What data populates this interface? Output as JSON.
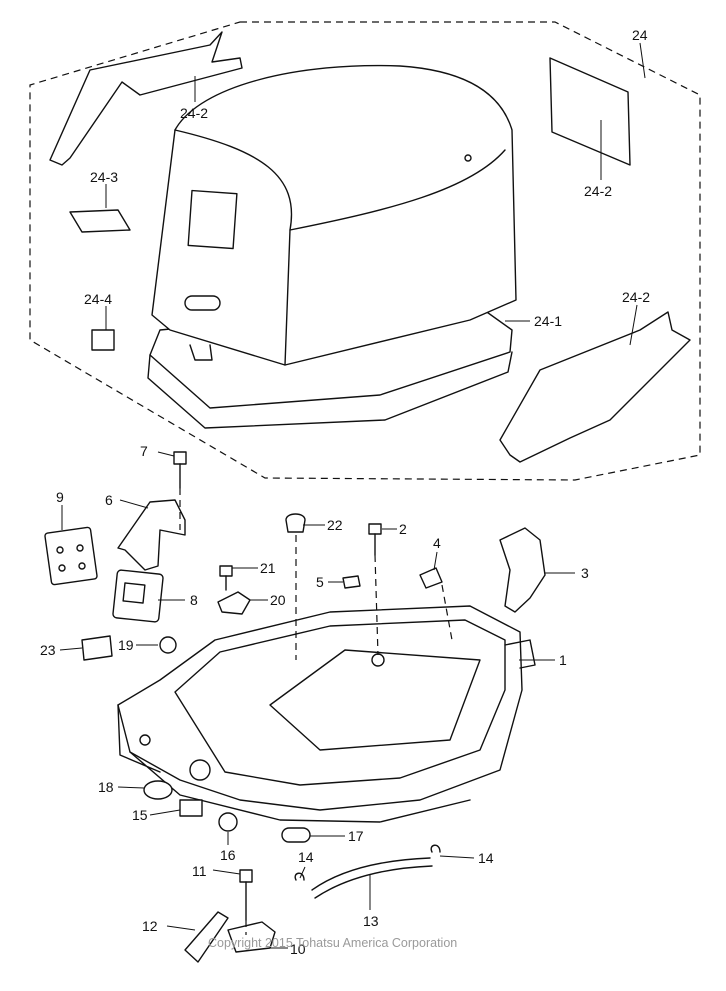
{
  "copyright": "Copyright 2015 Tohatsu America Corporation",
  "callouts": {
    "c24": "24",
    "c24_1": "24-1",
    "c24_2a": "24-2",
    "c24_2b": "24-2",
    "c24_2c": "24-2",
    "c24_3": "24-3",
    "c24_4": "24-4",
    "c1": "1",
    "c2": "2",
    "c3": "3",
    "c4": "4",
    "c5": "5",
    "c6": "6",
    "c7": "7",
    "c8": "8",
    "c9": "9",
    "c10": "10",
    "c11": "11",
    "c12": "12",
    "c13": "13",
    "c14a": "14",
    "c14b": "14",
    "c15": "15",
    "c16": "16",
    "c17": "17",
    "c18": "18",
    "c19": "19",
    "c20": "20",
    "c21": "21",
    "c22": "22",
    "c23": "23"
  }
}
